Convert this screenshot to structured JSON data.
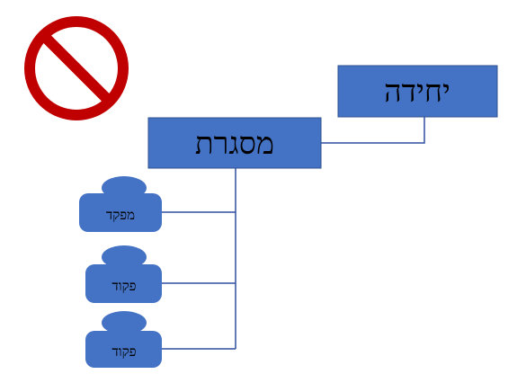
{
  "diagram": {
    "top_unit": {
      "label": "יחידה"
    },
    "frame": {
      "label": "מסגרת"
    },
    "people": [
      {
        "label": "מפקד"
      },
      {
        "label": "פקוד"
      },
      {
        "label": "פקוד"
      }
    ]
  },
  "icons": {
    "prohibition": "no-entry-sign-icon",
    "person": "person-icon"
  },
  "colors": {
    "box_fill": "#4472C4",
    "box_stroke": "#2F528F",
    "connector": "#2E4FA0",
    "prohibition_red": "#C00000"
  }
}
